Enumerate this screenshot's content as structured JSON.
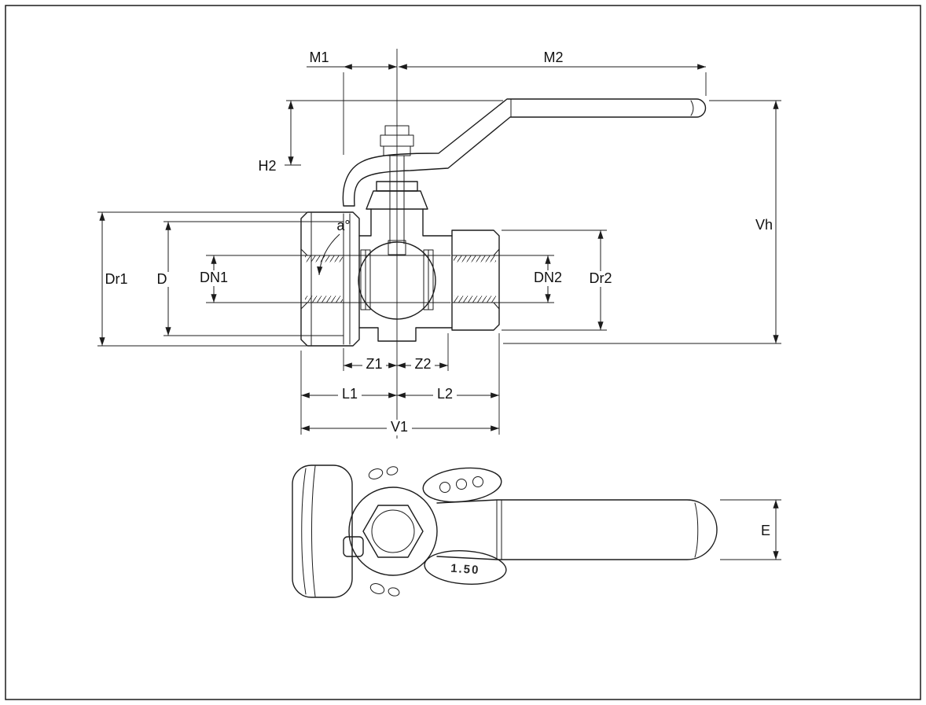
{
  "style": {
    "line_color": "#1c1c1c",
    "background": "#ffffff"
  },
  "section": {
    "dim": {
      "m1": "M1",
      "m2": "M2",
      "h2": "H2",
      "vh": "Vh",
      "dr1": "Dr1",
      "d": "D",
      "dn1": "DN1",
      "dn2": "DN2",
      "dr2": "Dr2",
      "a": "a°",
      "z1": "Z1",
      "z2": "Z2",
      "l1": "L1",
      "l2": "L2",
      "v1": "V1"
    }
  },
  "end_view": {
    "dim": {
      "e": "E"
    },
    "casting_mark": "1.50"
  }
}
